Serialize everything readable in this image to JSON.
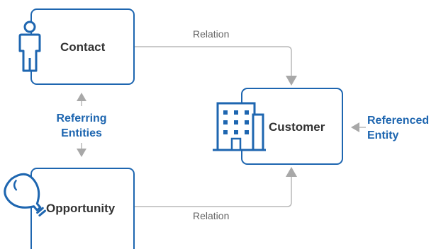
{
  "entities": {
    "contact": {
      "label": "Contact",
      "icon": "person-icon"
    },
    "customer": {
      "label": "Customer",
      "icon": "building-icon"
    },
    "opportunity": {
      "label": "Opportunity",
      "icon": "lightbulb-icon"
    }
  },
  "relations": {
    "top": "Relation",
    "bottom": "Relation"
  },
  "annotations": {
    "referring_line1": "Referring",
    "referring_line2": "Entities",
    "referenced_line1": "Referenced",
    "referenced_line2": "Entity"
  },
  "colors": {
    "accent": "#1e66b0",
    "connector": "#b3b3b3",
    "text": "#333333"
  }
}
